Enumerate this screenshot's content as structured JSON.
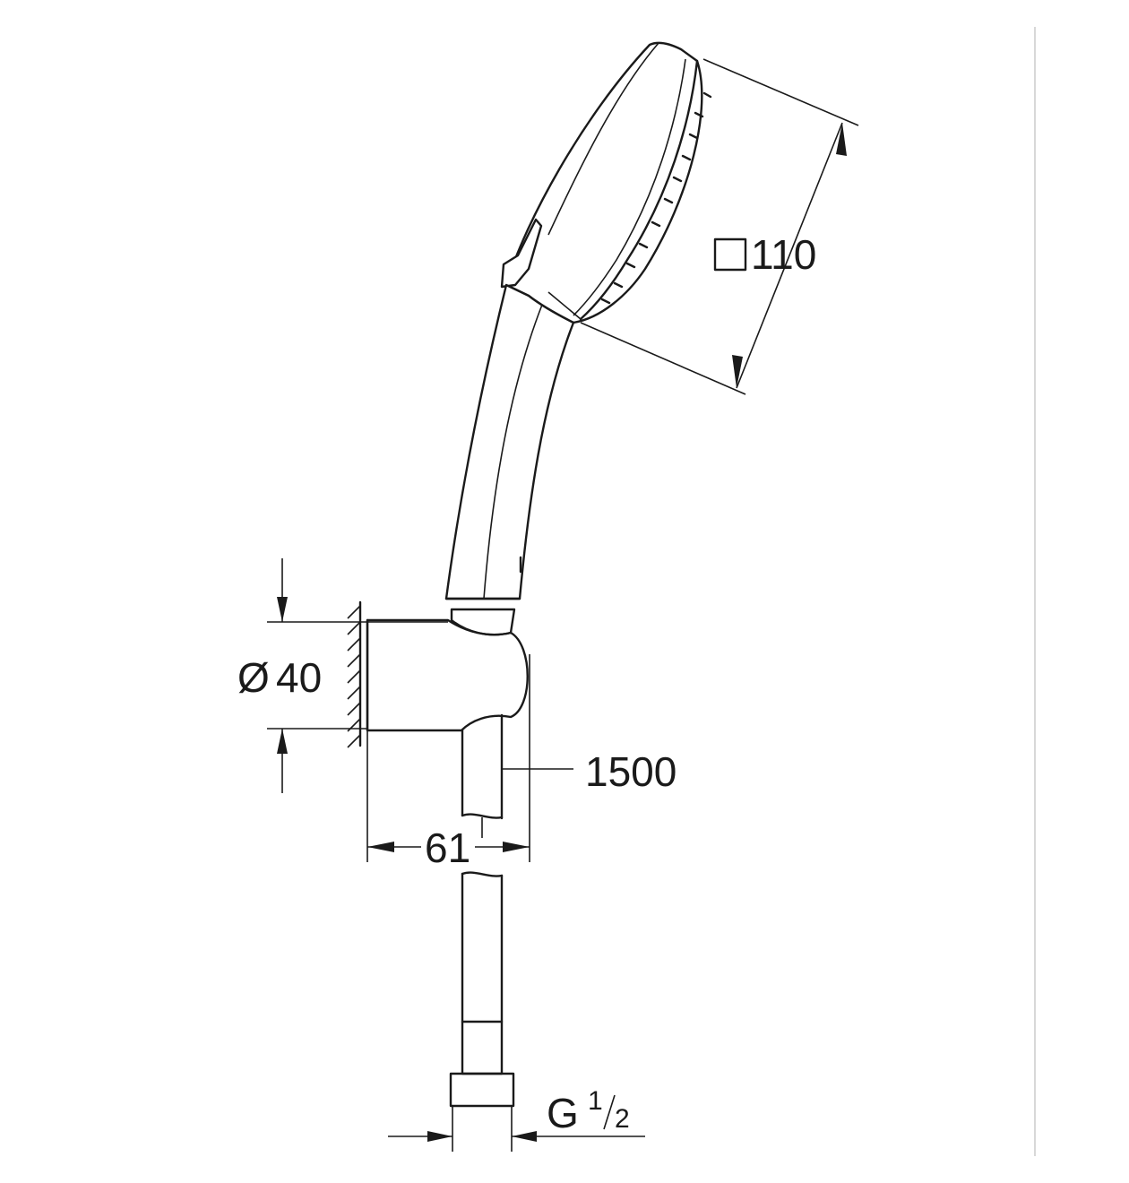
{
  "dimensions": {
    "head_size": {
      "symbol": "□",
      "value": "110"
    },
    "holder_diameter": {
      "symbol": "Ø",
      "value": "40"
    },
    "hose_length": {
      "value": "1500"
    },
    "holder_projection": {
      "value": "61"
    },
    "connection_thread": {
      "prefix": "G",
      "numerator": "1",
      "denominator": "2"
    }
  },
  "colors": {
    "line": "#1a1a1a",
    "background": "#ffffff",
    "frame": "#cccccc"
  }
}
